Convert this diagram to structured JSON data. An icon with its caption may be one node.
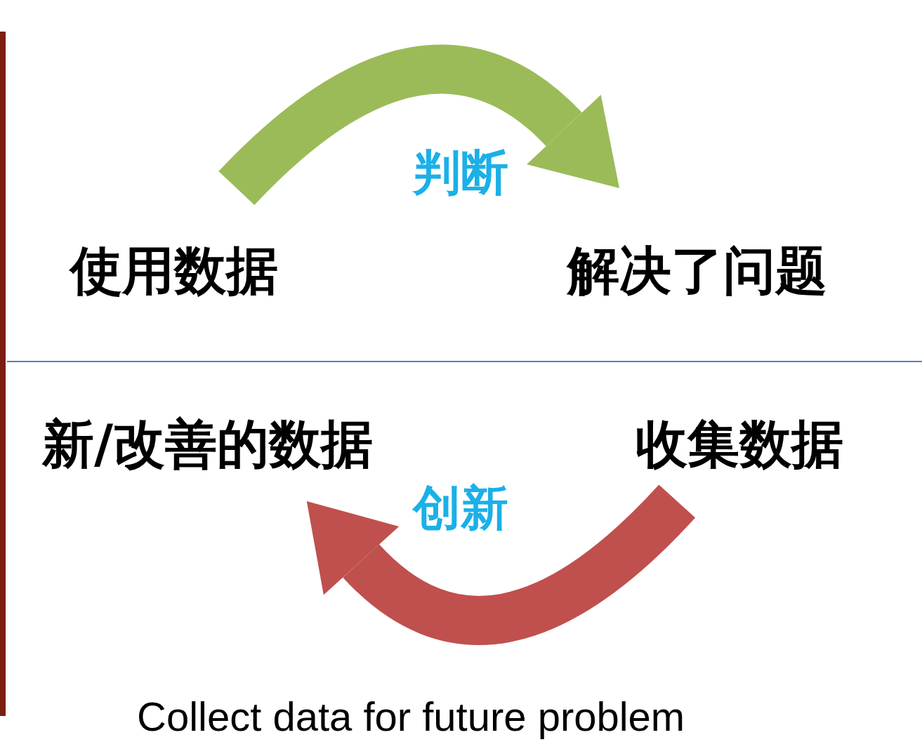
{
  "diagram": {
    "nodes": [
      {
        "text": [
          "使用数据"
        ]
      },
      {
        "text": [
          "解决了问题"
        ]
      },
      {
        "text": [
          "新/改善的数据"
        ]
      },
      {
        "text": [
          "收集数据"
        ]
      }
    ],
    "edges": [
      {
        "from": 0,
        "to": 1,
        "arrow": "to",
        "label": "判断",
        "color": "#9bbb59"
      },
      {
        "from": 3,
        "to": 2,
        "arrow": "to",
        "label": "创新",
        "color": "#c0504d"
      }
    ],
    "labels": [
      "Collect data for future problem"
    ]
  }
}
